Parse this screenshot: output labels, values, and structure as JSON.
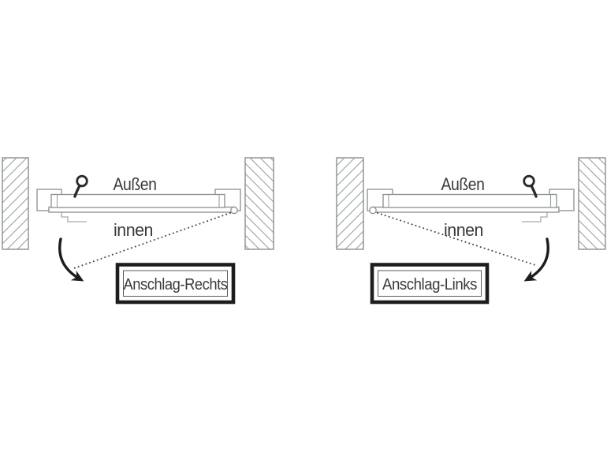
{
  "title": "Door hinge direction diagram",
  "colors": {
    "background": "#ffffff",
    "outline_gray": "#8a8f90",
    "hatch_gray": "#9aa0a1",
    "light_gray": "#b5babb",
    "dark": "#1d1d1d",
    "text": "#3a3a3a"
  },
  "diagrams": [
    {
      "id": "anschlag-rechts",
      "outside_label": "Außen",
      "inside_label": "innen",
      "box_label": "Anschlag-Rechts"
    },
    {
      "id": "anschlag-links",
      "outside_label": "Außen",
      "inside_label": "innen",
      "box_label": "Anschlag-Links"
    }
  ]
}
